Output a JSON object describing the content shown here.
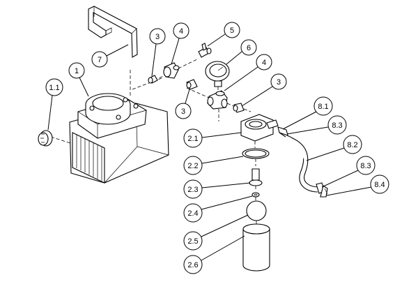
{
  "callouts": {
    "c1": "1",
    "c1_1": "1.1",
    "c2_1": "2.1",
    "c2_2": "2.2",
    "c2_3": "2.3",
    "c2_4": "2.4",
    "c2_5": "2.5",
    "c2_6": "2.6",
    "c3a": "3",
    "c3b": "3",
    "c3c": "3",
    "c4a": "4",
    "c4b": "4",
    "c5": "5",
    "c6": "6",
    "c7": "7",
    "c8_1": "8.1",
    "c8_2": "8.2",
    "c8_3a": "8.3",
    "c8_3b": "8.3",
    "c8_4": "8.4"
  }
}
